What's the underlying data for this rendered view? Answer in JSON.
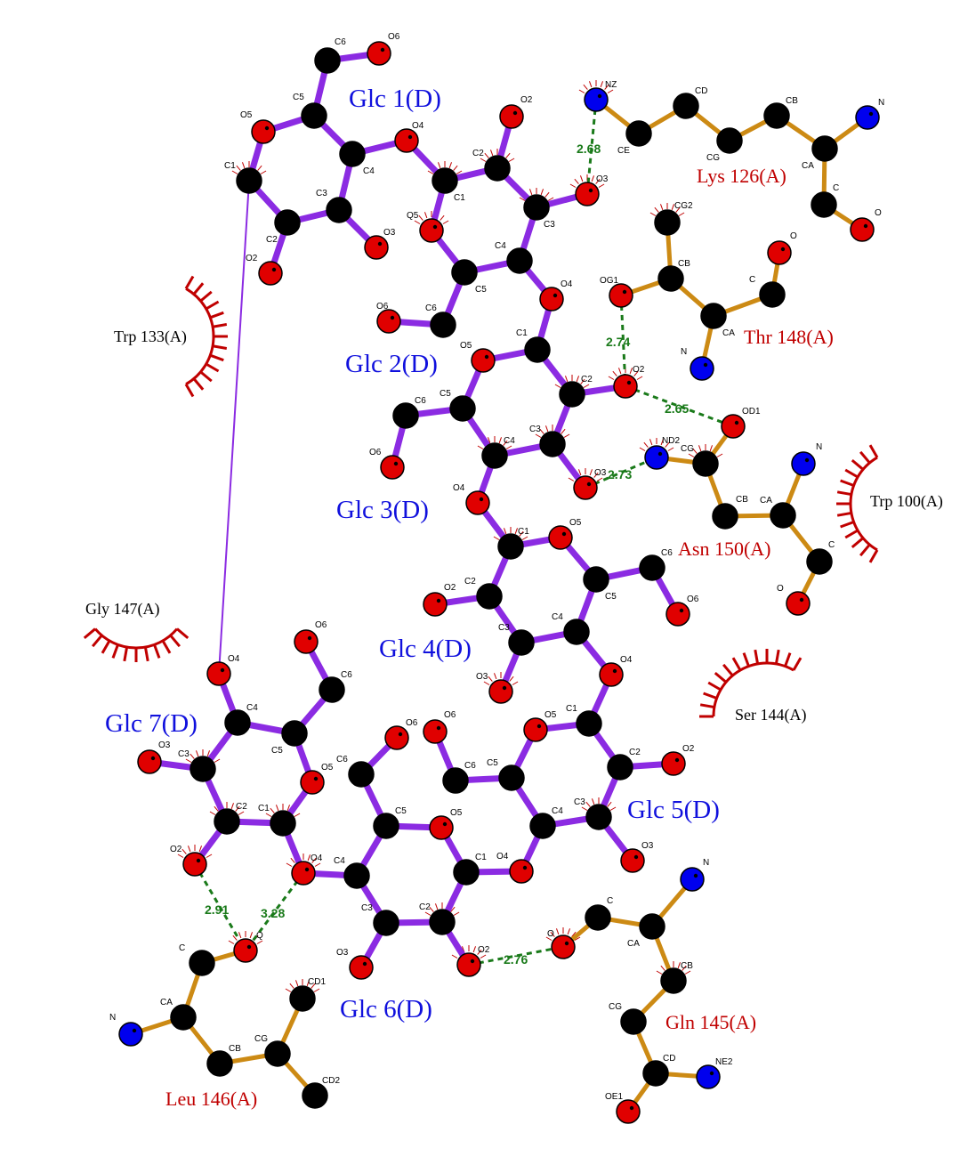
{
  "colors": {
    "ligand_bond": "#8b2be2",
    "residue_bond": "#cc8a14",
    "hbond": "#1a7a1a",
    "carbon": "#000000",
    "oxygen": "#e00000",
    "nitrogen": "#0000ee",
    "hydrophobic": "#c00000",
    "sugar_label": "#1010dd",
    "residue_label": "#c00000"
  },
  "sugars": [
    "Glc 1(D)",
    "Glc 2(D)",
    "Glc 3(D)",
    "Glc 4(D)",
    "Glc 5(D)",
    "Glc 6(D)",
    "Glc 7(D)"
  ],
  "residues": [
    "Lys 126(A)",
    "Thr 148(A)",
    "Asn 150(A)",
    "Gln 145(A)",
    "Leu 146(A)"
  ],
  "hydrophobic_contacts": [
    "Trp 133(A)",
    "Trp 100(A)",
    "Gly 147(A)",
    "Ser 144(A)"
  ],
  "hbonds": [
    "2.68",
    "2.74",
    "2.65",
    "2.73",
    "2.91",
    "3.28",
    "2.76"
  ]
}
